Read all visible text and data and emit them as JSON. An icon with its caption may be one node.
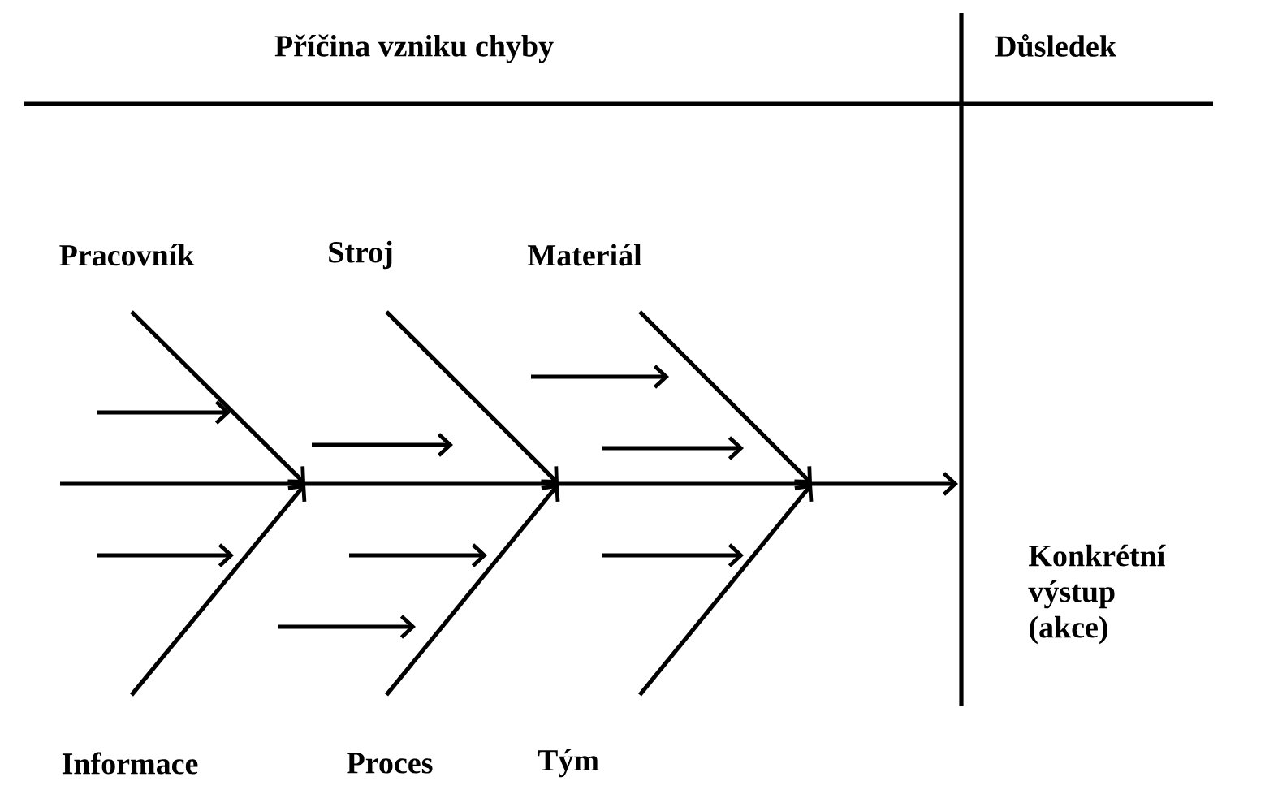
{
  "diagram": {
    "nodes": [
      {
        "text": [
          "Pracovník"
        ]
      },
      {
        "text": [
          "Stroj"
        ]
      },
      {
        "text": [
          "Materiál"
        ]
      },
      {
        "text": [
          "Informace"
        ]
      },
      {
        "text": [
          "Proces"
        ]
      },
      {
        "text": [
          "Tým"
        ]
      }
    ],
    "edges": [
      {
        "from": 0,
        "to": null,
        "arrow": "to"
      },
      {
        "from": 1,
        "to": null,
        "arrow": "to"
      },
      {
        "from": 2,
        "to": null,
        "arrow": "to"
      },
      {
        "from": 3,
        "to": null,
        "arrow": "to"
      },
      {
        "from": 4,
        "to": null,
        "arrow": "to"
      },
      {
        "from": 5,
        "to": null,
        "arrow": "to"
      }
    ],
    "labels": [
      "Příčina vzniku chyby",
      "Důsledek",
      "Konkrétní výstup (akce)"
    ]
  }
}
